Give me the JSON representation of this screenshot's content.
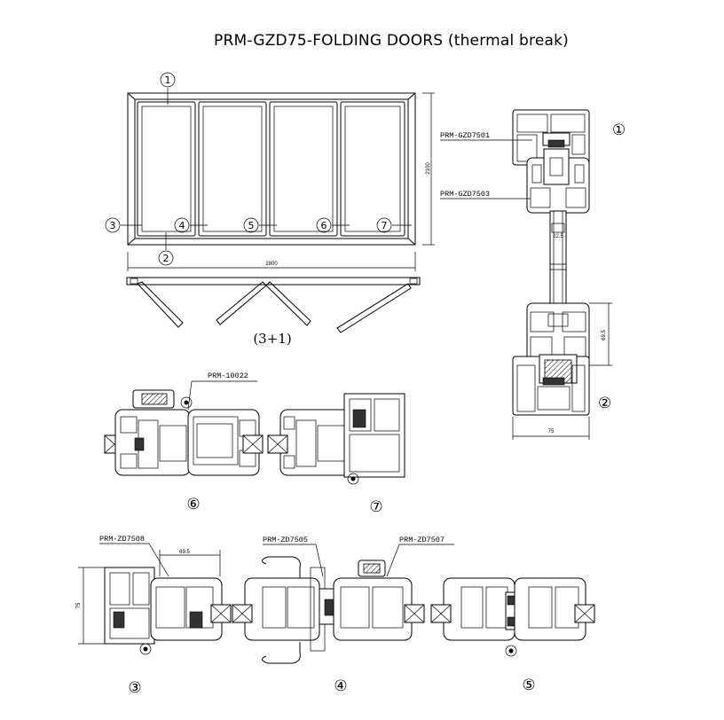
{
  "title": "PRM-GZD75-FOLDING DOORS (thermal break)",
  "elevation": {
    "width_dim": "2800",
    "height_dim": "2100",
    "markers": [
      "①",
      "②",
      "③",
      "④",
      "⑤",
      "⑥",
      "⑦"
    ],
    "config_label": "(3+1)"
  },
  "vertical_section": {
    "marker_top": "①",
    "marker_bottom": "②",
    "labels": [
      "PRM-GZD7501",
      "PRM-GZD7503"
    ],
    "glass_dim": "22.5",
    "side_dim": "69.5",
    "bottom_dim": "75"
  },
  "section_67": {
    "label": "PRM-10022",
    "markers": [
      "⑥",
      "⑦"
    ]
  },
  "section_345": {
    "labels": [
      "PRM-ZD7508",
      "PRM-ZD7505",
      "PRM-ZD7507"
    ],
    "dim_top": "69.5",
    "dim_side": "75",
    "markers": [
      "③",
      "④",
      "⑤"
    ]
  }
}
